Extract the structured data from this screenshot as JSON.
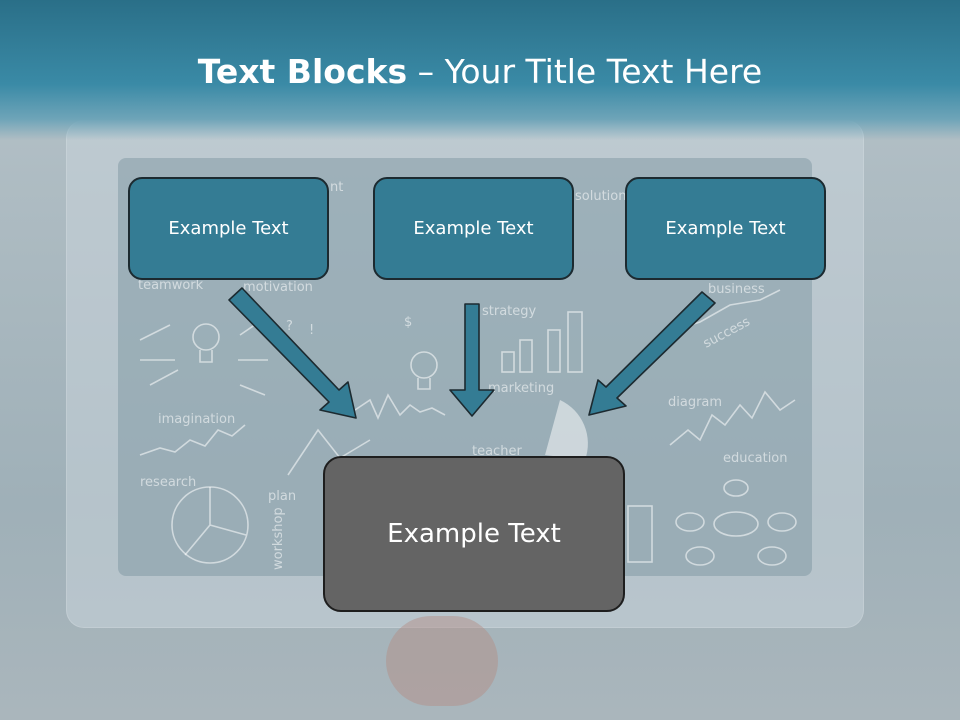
{
  "slide": {
    "title_bold": "Text Blocks",
    "title_dash": " – ",
    "title_rest": "Your Title Text Here"
  },
  "blocks": [
    {
      "label": "Example Text"
    },
    {
      "label": "Example Text"
    },
    {
      "label": "Example Text"
    }
  ],
  "main_block": {
    "label": "Example Text"
  },
  "background_words": [
    "solution",
    "teamwork",
    "motivation",
    "strategy",
    "business",
    "success",
    "marketing",
    "diagram",
    "imagination",
    "education",
    "research",
    "plan",
    "workshop",
    "teacher"
  ],
  "colors": {
    "header": "#2a6f88",
    "block_fill": "#347c94",
    "arrow_fill": "#347c94",
    "main_block_fill": "#646464",
    "title_text": "#ffffff"
  }
}
